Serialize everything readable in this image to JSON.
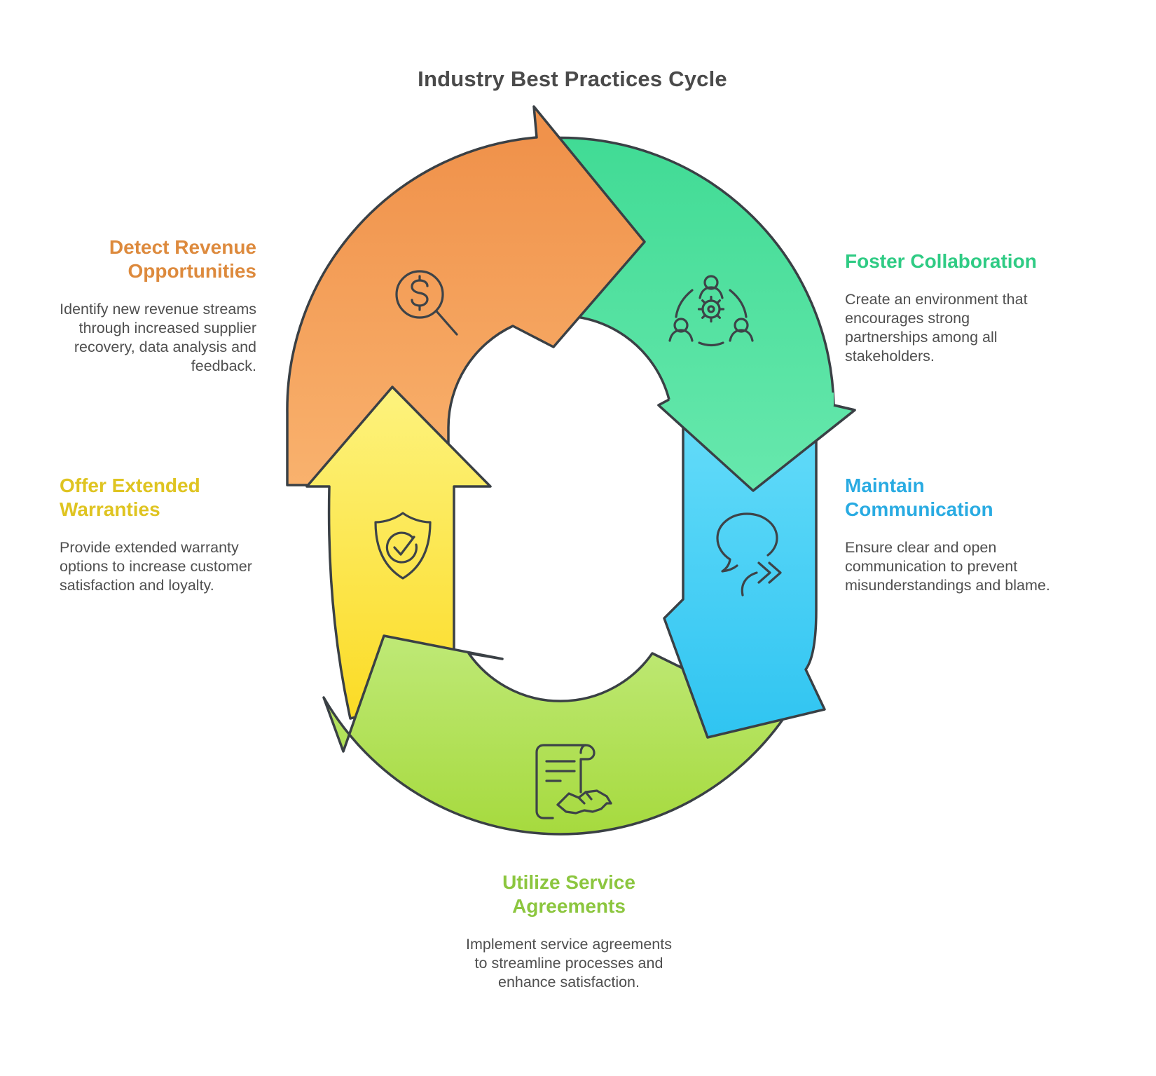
{
  "title": "Industry Best Practices Cycle",
  "title_color": "#4A4A4A",
  "outline_color": "#3A4045",
  "icon_stroke_color": "#3D4348",
  "body_text_color": "#4F4F4F",
  "steps": [
    {
      "id": "detect-revenue",
      "heading": "Detect Revenue Opportunities",
      "body": "Identify new revenue streams through increased supplier recovery, data analysis and feedback.",
      "heading_color": "#DD8A3D",
      "icon": "dollar-search-icon",
      "arrow_color_from": "#F0924B",
      "arrow_color_to": "#F9B26E"
    },
    {
      "id": "foster-collaboration",
      "heading": "Foster Collaboration",
      "body": "Create an environment that encourages strong partnerships among all stakeholders.",
      "heading_color": "#2FCB84",
      "icon": "collaboration-icon",
      "arrow_color_from": "#41DB95",
      "arrow_color_to": "#67E8AD"
    },
    {
      "id": "maintain-communication",
      "heading": "Maintain Communication",
      "body": "Ensure clear and open communication to prevent misunderstandings and blame.",
      "heading_color": "#29ABE2",
      "icon": "chat-forward-icon",
      "arrow_color_from": "#63DBF9",
      "arrow_color_to": "#2FC4F1"
    },
    {
      "id": "utilize-service",
      "heading": "Utilize Service Agreements",
      "body": "Implement service agreements to streamline processes and enhance satisfaction.",
      "heading_color": "#8CC63F",
      "icon": "contract-handshake-icon",
      "arrow_color_from": "#BFE977",
      "arrow_color_to": "#A6DA3E"
    },
    {
      "id": "offer-warranties",
      "heading": "Offer Extended Warranties",
      "body": "Provide extended warranty options to increase customer satisfaction and loyalty.",
      "heading_color": "#DFC421",
      "icon": "shield-check-icon",
      "arrow_color_from": "#FDF37E",
      "arrow_color_to": "#FBDB25"
    }
  ]
}
